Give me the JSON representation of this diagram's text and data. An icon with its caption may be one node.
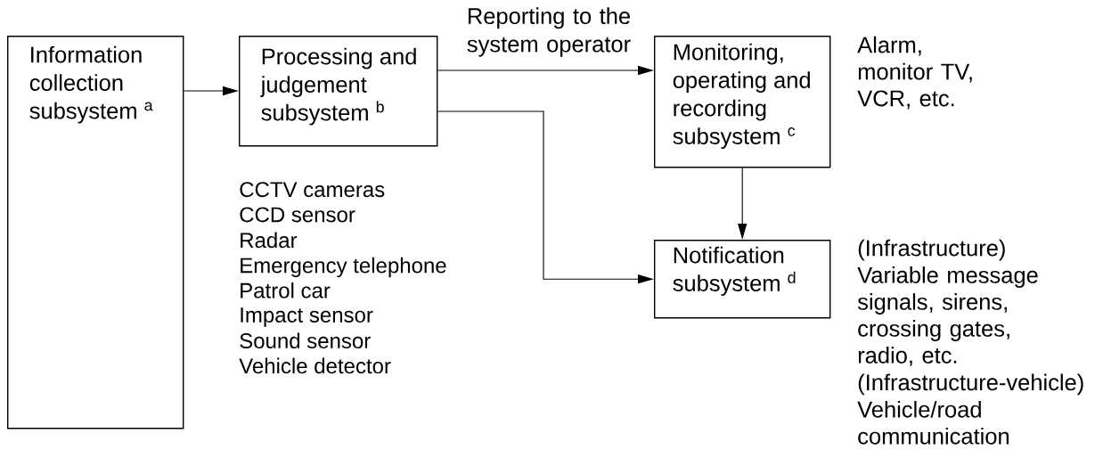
{
  "diagram": {
    "nodes": [
      {
        "text": [
          "Information collection subsystem $^{a}$"
        ]
      },
      {
        "text": [
          "Processing and judgement subsystem $^{b}$"
        ]
      },
      {
        "text": [
          "Monitoring, operating and recording subsystem $^{c}$"
        ],
        "beside": [
          "Alarm, monitor TV, VCR, etc."
        ]
      },
      {
        "text": [
          "Notification subsystem $^{d}$"
        ],
        "beside": [
          "(Infrastructure)",
          "Variable message signals, sirens, crossing gates, radio, etc.",
          "(Infrastructure-vehicle)",
          "Vehicle/road communication"
        ]
      }
    ],
    "edges": [
      {
        "from": 0,
        "to": 1,
        "arrow": "to"
      },
      {
        "from": 1,
        "to": 2,
        "arrow": "to",
        "label": "Reporting to the system operator"
      },
      {
        "from": 1,
        "to": 3,
        "arrow": "to"
      },
      {
        "from": 2,
        "to": 3,
        "arrow": "to"
      }
    ],
    "labels": [
      "CCTV cameras",
      "CCD sensor",
      "Radar",
      "Emergency telephone",
      "Patrol car",
      "Impact sensor",
      "Sound sensor",
      "Vehicle detector"
    ]
  }
}
